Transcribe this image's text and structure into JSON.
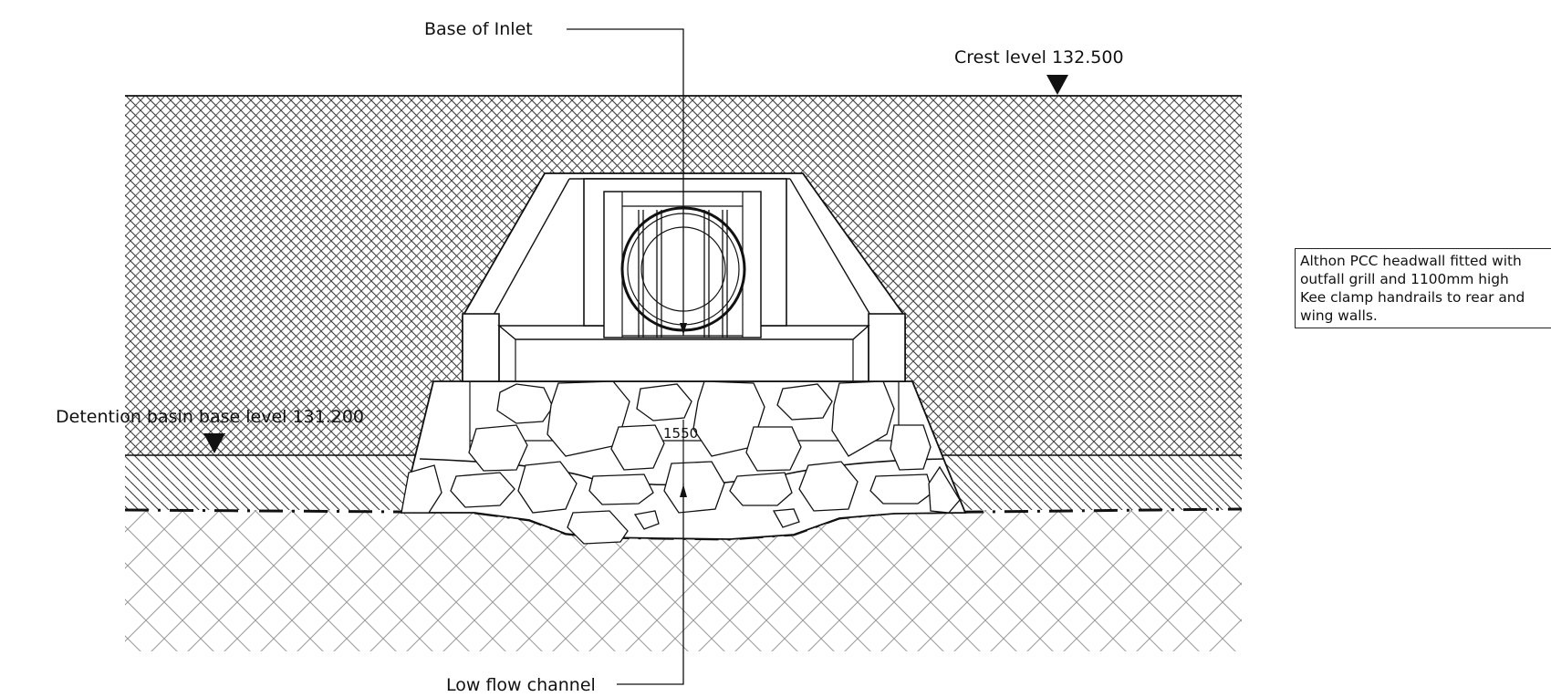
{
  "labels": {
    "base_of_inlet": "Base of Inlet",
    "crest_level": "Crest level 132.500",
    "basin_base_level": "Detention basin base level 131.200",
    "dimension": "1550",
    "low_flow_channel": "Low flow channel"
  },
  "note": "Althon PCC headwall fitted with\noutfall grill and 1100mm high\nKee clamp handrails to rear and\nwing walls.",
  "colors": {
    "line": "#111111",
    "hatch_dark": "#3a3a3a",
    "hatch_light": "#9a9a9a",
    "background": "#ffffff"
  }
}
